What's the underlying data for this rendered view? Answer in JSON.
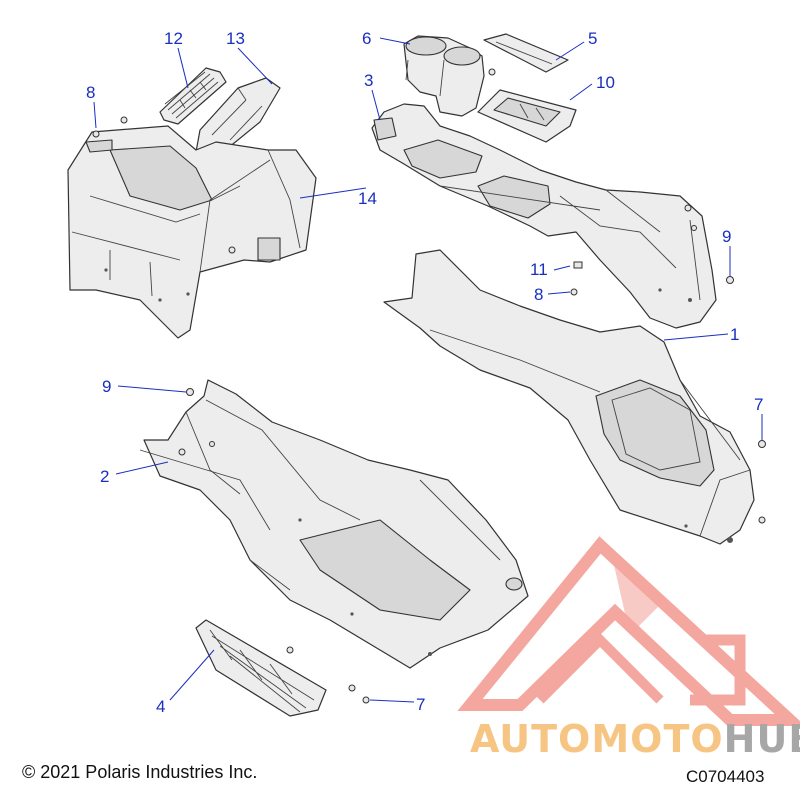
{
  "callouts": [
    {
      "number": "1"
    },
    {
      "number": "2"
    },
    {
      "number": "3"
    },
    {
      "number": "4"
    },
    {
      "number": "5"
    },
    {
      "number": "6"
    },
    {
      "number": "7"
    },
    {
      "number": "7"
    },
    {
      "number": "8"
    },
    {
      "number": "8"
    },
    {
      "number": "9"
    },
    {
      "number": "9"
    },
    {
      "number": "10"
    },
    {
      "number": "11"
    },
    {
      "number": "12"
    },
    {
      "number": "13"
    },
    {
      "number": "14"
    }
  ],
  "footer": {
    "copyright": "© 2021 Polaris Industries Inc.",
    "diagram_code": "C0704403"
  },
  "watermark": {
    "part1": "AUTOMOTO",
    "part2": "HUB",
    "color_primary": "#f08a7e",
    "color_accent": "#f5b25a",
    "color_dark": "#8a8a8a"
  },
  "colors": {
    "callout": "#1a2fbf"
  }
}
